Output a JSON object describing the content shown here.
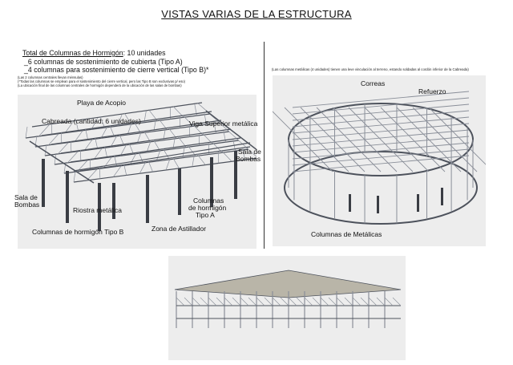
{
  "title": "VISTAS VARIAS DE LA ESTRUCTURA",
  "summary": {
    "line1_label": "Total de Columnas de Hormigón",
    "line1_value": ": 10 unidades",
    "line2": "_6 columnas de sostenimiento de cubierta (Tipo A)",
    "line3": "_4 columnas para sostenimiento de cierre vertical (Tipo B)*",
    "notes": [
      "(Las 2 columnas centrales llevan ménsulas)",
      "(*Todas las columnas se emplean para el sostenimiento del cierre vertical, pero las Tipo B son exclusivas p/ eso)",
      "(La ubicación final de las columnas centrales de hormigón dependerá de la ubicación de las salas de bombas)"
    ]
  },
  "left_view": {
    "heading": "Playa de Acopio",
    "labels": {
      "cabreada": "Cabreada (cantidad: 6 unidades)",
      "viga": "Viga Superior metálica",
      "sala_right_1": "Sala de",
      "sala_right_2": "Bombas",
      "sala_left_1": "Sala de",
      "sala_left_2": "Bombas",
      "riostra": "Riostra metálica",
      "colA_1": "Columnas",
      "colA_2": "de hormigón",
      "colA_3": "Tipo A",
      "colB": "Columnas de hormigón Tipo B",
      "zona": "Zona de Astillador"
    }
  },
  "right_view": {
    "note": "(Las columnas metálicas (4 unidades) tienen una leve vinculación al terreno, estando soldadas al cordón inferior de la Cabreada)",
    "labels": {
      "correas": "Correas",
      "refuerzo": "Refuerzo",
      "columnas": "Columnas de Metálicas"
    }
  },
  "colors": {
    "panel_bg": "#ededed",
    "steel": "#8a8f99",
    "steel_dark": "#4d525c",
    "roof": "#b9b5a8",
    "post": "#3a3d44"
  }
}
